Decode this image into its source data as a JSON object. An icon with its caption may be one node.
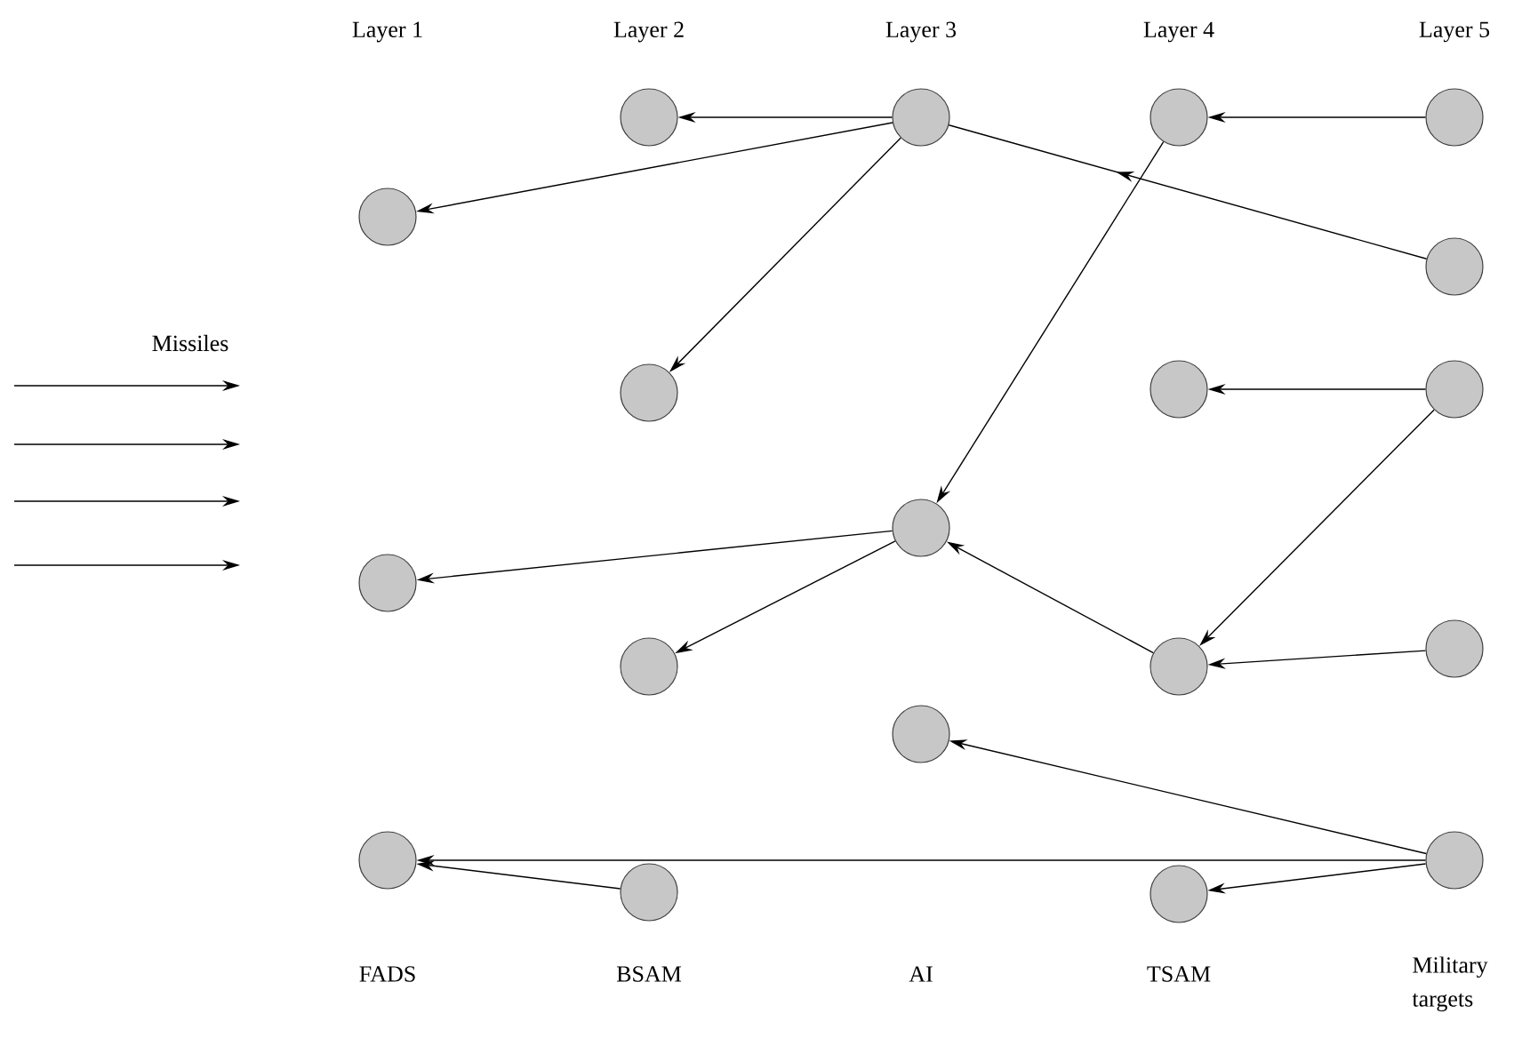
{
  "diagram": {
    "nodes": [
      {
        "text": [],
        "shape": "circle"
      },
      {
        "text": [],
        "shape": "circle"
      },
      {
        "text": [],
        "shape": "circle"
      },
      {
        "text": [],
        "shape": "circle"
      },
      {
        "text": [],
        "shape": "circle"
      },
      {
        "text": [],
        "shape": "circle"
      },
      {
        "text": [],
        "shape": "circle"
      },
      {
        "text": [],
        "shape": "circle"
      },
      {
        "text": [],
        "shape": "circle"
      },
      {
        "text": [],
        "shape": "circle"
      },
      {
        "text": [],
        "shape": "circle"
      },
      {
        "text": [],
        "shape": "circle"
      },
      {
        "text": [],
        "shape": "circle"
      },
      {
        "text": [],
        "shape": "circle"
      },
      {
        "text": [],
        "shape": "circle"
      },
      {
        "text": [],
        "shape": "circle"
      },
      {
        "text": [],
        "shape": "circle"
      },
      {
        "text": [],
        "shape": "circle"
      },
      {
        "text": [],
        "shape": "circle"
      }
    ],
    "edges": [
      {
        "from": 1,
        "to": 0,
        "arrow": "to"
      },
      {
        "from": 1,
        "to": 4,
        "arrow": "to"
      },
      {
        "from": 1,
        "to": 6,
        "arrow": "to"
      },
      {
        "from": 3,
        "to": 2,
        "arrow": "to"
      },
      {
        "from": 5,
        "to": 1,
        "arrow": "to"
      },
      {
        "from": 2,
        "to": 9,
        "arrow": "to"
      },
      {
        "from": 9,
        "to": 10,
        "arrow": "to"
      },
      {
        "from": 9,
        "to": 12,
        "arrow": "to"
      },
      {
        "from": 13,
        "to": 9,
        "arrow": "to"
      },
      {
        "from": 8,
        "to": 7,
        "arrow": "to"
      },
      {
        "from": 8,
        "to": 13,
        "arrow": "to"
      },
      {
        "from": 11,
        "to": 13,
        "arrow": "to"
      },
      {
        "from": 16,
        "to": 14,
        "arrow": "to"
      },
      {
        "from": 16,
        "to": 15,
        "arrow": "to"
      },
      {
        "from": 16,
        "to": 18,
        "arrow": "to"
      },
      {
        "from": 17,
        "to": 15,
        "arrow": "to"
      }
    ],
    "labels": [
      "Layer 1",
      "Layer 2",
      "Layer 3",
      "Layer 4",
      "Layer 5",
      "Missiles",
      "FADS",
      "BSAM",
      "AI",
      "TSAM",
      "Military targets"
    ]
  }
}
